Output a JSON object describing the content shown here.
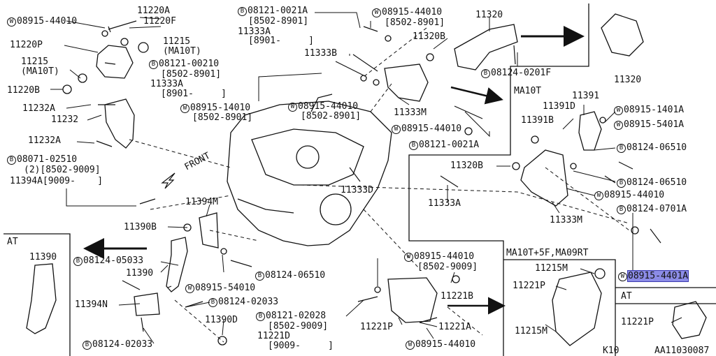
{
  "labels": {
    "l11220a": "11220A",
    "l11220f": "11220F",
    "lw08915_44010_tl": "08915-44010",
    "l11220p": "11220P",
    "l11215_tl": "11215",
    "lma10t_tl": "(MA10T)",
    "l11215_left": "11215",
    "lma10t_left": "(MA10T)",
    "l11220b": "11220B",
    "l11232a_1": "11232A",
    "l11232": "11232",
    "l11232a_2": "11232A",
    "lb08071": "08071-02510",
    "l2_8502": "(2)[8502-9009]",
    "l11394a": "11394A[9009-    ]",
    "lfront": "FRONT",
    "lb08121_0021a_top": "08121-0021A",
    "lb_8502_8901_a": "[8502-8901]",
    "l11333a_top": "11333A",
    "l8901_a": "[8901-     ]",
    "lw08915_44010_top": "08915-44010",
    "l8502_8901_b": "[8502-8901]",
    "l11320_top": "11320",
    "l11320b_top": "11320B",
    "l11333b": "11333B",
    "lb08121_00210": "08121-00210",
    "l8502_8901_c": "[8502-8901]",
    "l11333a_mid": "11333A",
    "l8901_b": "[8901-     ]",
    "lw08915_14010": "08915-14010",
    "l8502_8901_d": "[8502-8901]",
    "lw08915_44010_mid": "08915-44010",
    "l8502_8901_e": "[8502-8901]",
    "l11333m_top": "11333M",
    "lw08915_44010_mid2": "08915-44010",
    "lb08121_0021a_mid": "08121-0021A",
    "l11333d": "11333D",
    "lb08124_0201f": "08124-0201F",
    "l11320_far": "11320",
    "lma10t": "MA10T",
    "l11391": "11391",
    "l11391d": "11391D",
    "l11391b": "11391B",
    "lw08915_1401a": "08915-1401A",
    "lw08915_5401a": "08915-5401A",
    "lb08124_06510_r1": "08124-06510",
    "l11320b_right": "11320B",
    "lb08124_06510_r2": "08124-06510",
    "lw08915_44010_r": "08915-44010",
    "l11333a_right": "11333A",
    "lb08124_0701a": "08124-0701A",
    "l11333m_right": "11333M",
    "l11394m": "11394M",
    "l11390b": "11390B",
    "lat_left": "AT",
    "l11390_at": "11390",
    "lb08124_05033": "08124-05033",
    "l11390": "11390",
    "lw08915_54010": "08915-54010",
    "lb08124_06510_c": "08124-06510",
    "l11394n": "11394N",
    "lb08124_02033_c": "08124-02033",
    "l11390d": "11390D",
    "lb08124_02033_b": "08124-02033",
    "lw08915_44010_b": "08915-44010",
    "l8502_9009_b": "[8502-9009]",
    "l11221b": "11221B",
    "lb08121_02028": "08121-02028",
    "l8502_9009_c": "[8502-9009]",
    "l11221d": "11221D",
    "l9009": "[9009-     ]",
    "l11221p": "11221P",
    "l11221a": "11221A",
    "lw08915_44010_bot": "08915-44010",
    "lma10t5f": "MA10T+5F,MA09RT",
    "l11215m_1": "11215M",
    "l11221p_r": "11221P",
    "l11215m_2": "11215M",
    "lw08915_4401a": "08915-4401A",
    "lat_right": "AT",
    "l11221p_at": "11221P",
    "lk10": "K10",
    "laa": "AA11030087"
  },
  "markers": {
    "W": "W",
    "B": "B"
  }
}
